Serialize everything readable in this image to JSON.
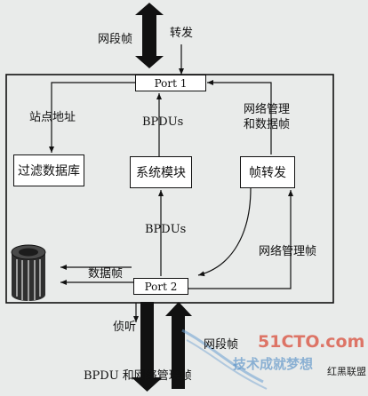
{
  "ports": {
    "top": "Port 1",
    "bottom": "Port 2"
  },
  "blocks": {
    "filter_db": "过滤数据库",
    "system_module": "系统模块",
    "frame_forward": "帧转发"
  },
  "labels": {
    "segment_frame_top": "网段帧",
    "forward": "转发",
    "station_address": "站点地址",
    "bpdus_upper": "BPDUs",
    "net_mgmt_data_frame_line1": "网络管理",
    "net_mgmt_data_frame_line2": "和数据帧",
    "bpdus_lower": "BPDUs",
    "net_mgmt_frame": "网络管理帧",
    "data_frame": "数据帧",
    "listen": "侦听",
    "segment_frame_bottom": "网段帧",
    "bpdu_and_mgmt": "BPDU 和网络管理帧"
  },
  "watermark": {
    "site": "51CTO.com",
    "tagline": "技术成就梦想",
    "brand": "红黑联盟"
  }
}
